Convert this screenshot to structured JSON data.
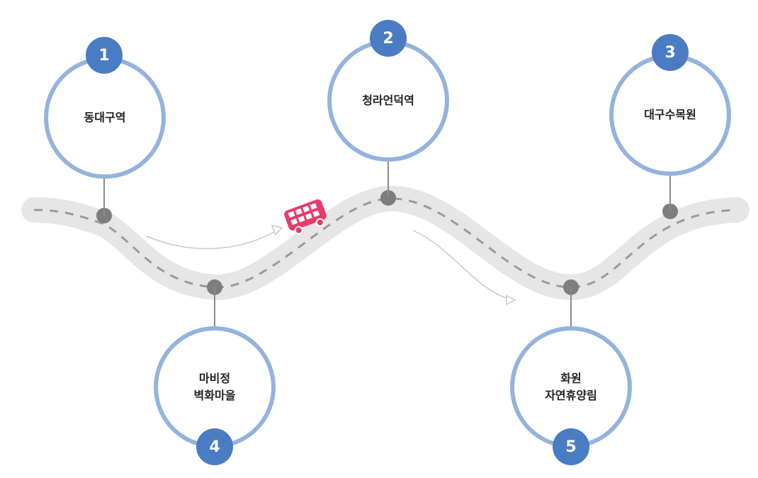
{
  "colors": {
    "road": "#e6e6e6",
    "dash": "#9a9a9a",
    "ring": "#94b3dd",
    "badge": "#4a7cc3",
    "node": "#7d7d80",
    "connector": "#8a8a8a",
    "arrow": "#c8c8c8",
    "bus": "#e83a6b"
  },
  "stops": [
    {
      "number": "1",
      "label": "동대구역"
    },
    {
      "number": "2",
      "label": "청라언덕역"
    },
    {
      "number": "3",
      "label": "대구수목원"
    },
    {
      "number": "4",
      "label": "마비정\n벽화마을"
    },
    {
      "number": "5",
      "label": "화원\n자연휴양림"
    }
  ],
  "icons": {
    "vehicle": "bus-icon"
  }
}
